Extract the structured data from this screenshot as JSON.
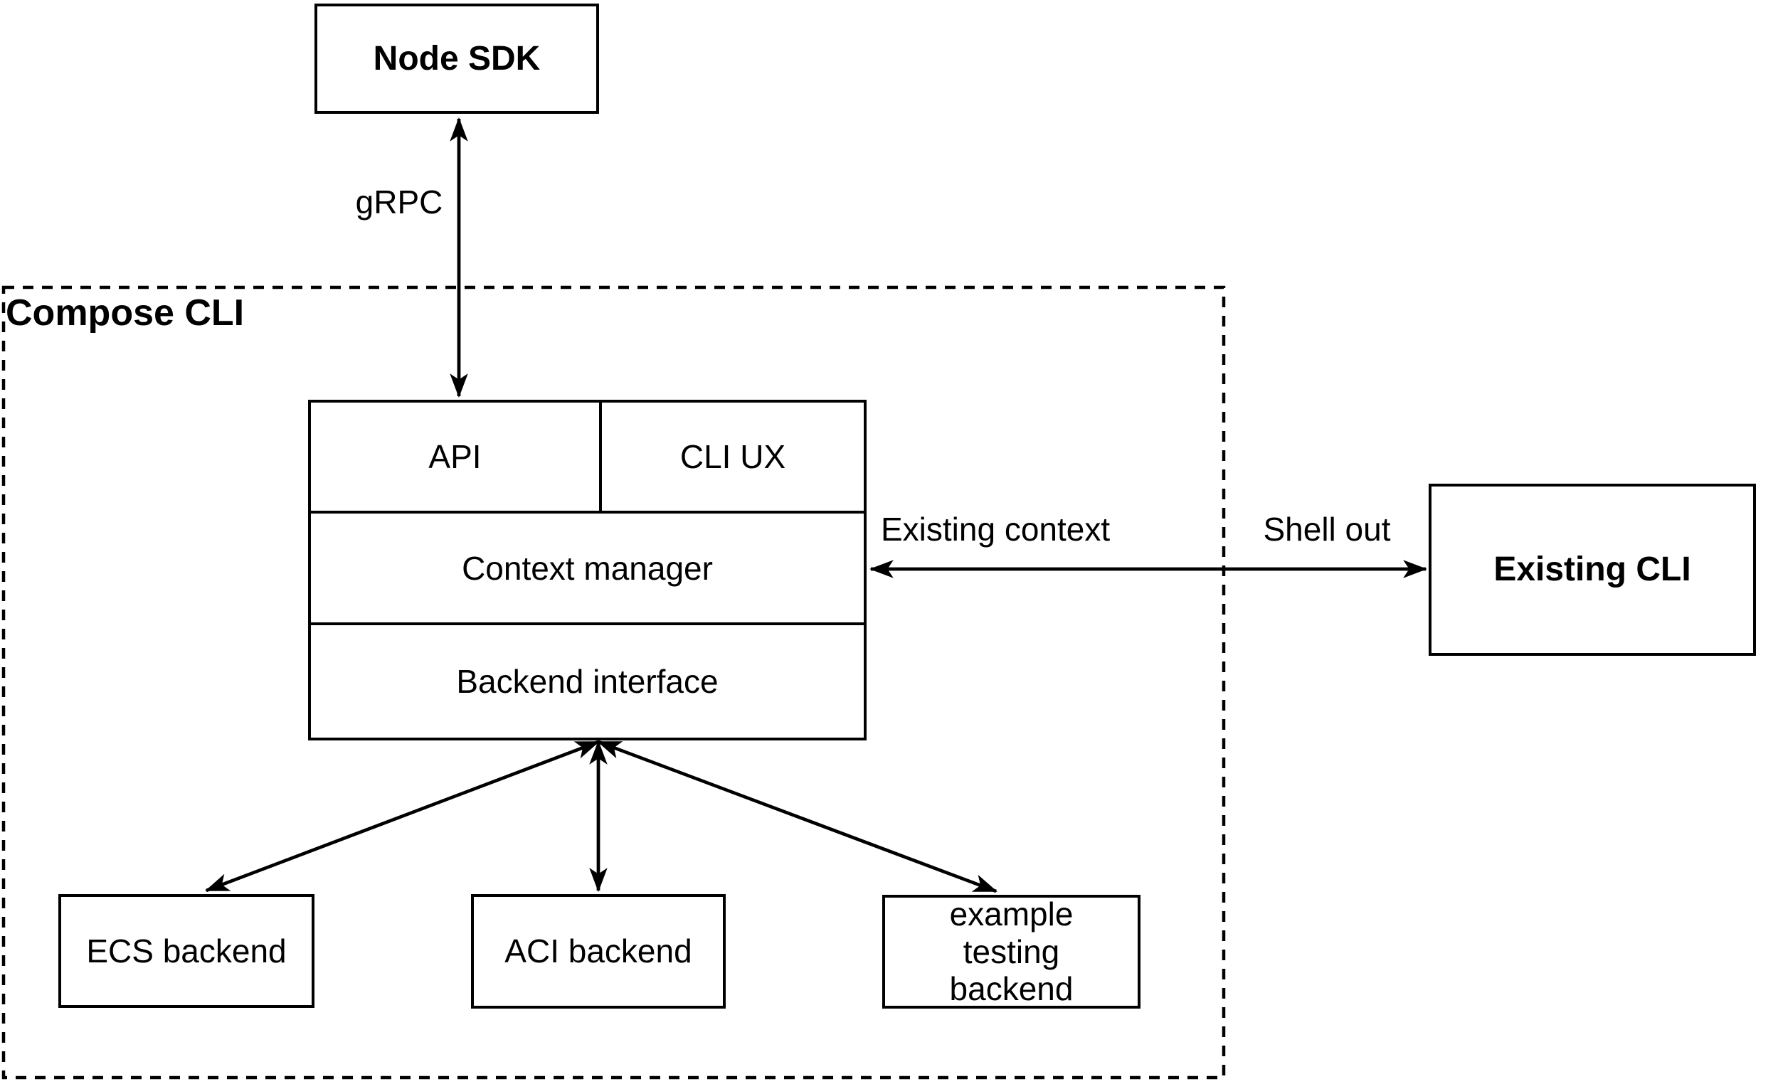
{
  "colors": {
    "line": "#000000",
    "background": "#ffffff",
    "text": "#000000"
  },
  "nodes": {
    "node_sdk": "Node SDK",
    "compose_cli_container": "Compose CLI",
    "api": "API",
    "cli_ux": "CLI UX",
    "context_manager": "Context manager",
    "backend_interface": "Backend interface",
    "ecs_backend": "ECS backend",
    "aci_backend": "ACI backend",
    "example_testing_backend": "example testing backend",
    "existing_cli": "Existing CLI"
  },
  "edge_labels": {
    "grpc": "gRPC",
    "existing_context": "Existing context",
    "shell_out": "Shell out"
  }
}
